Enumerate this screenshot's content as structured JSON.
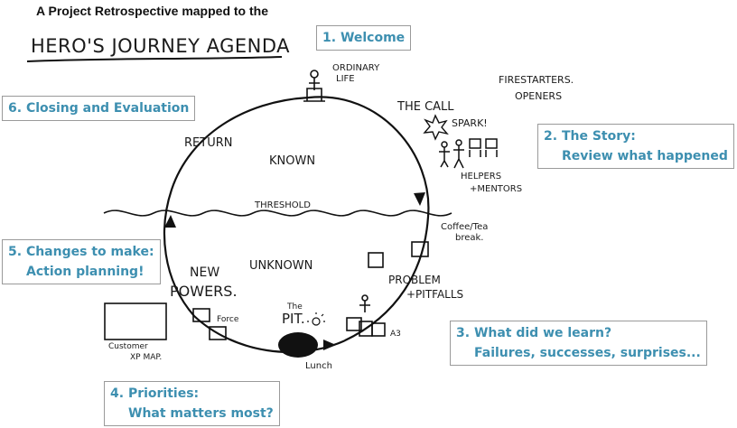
{
  "header": {
    "subtitle": "A Project Retrospective mapped to the",
    "title": "HERO'S JOURNEY AGENDA"
  },
  "agenda": [
    {
      "number": "1.",
      "title": "Welcome",
      "detail": ""
    },
    {
      "number": "2.",
      "title": "The Story:",
      "detail": "Review what happened"
    },
    {
      "number": "3.",
      "title": "What did we learn?",
      "detail": "Failures, successes, surprises..."
    },
    {
      "number": "4.",
      "title": "Priorities:",
      "detail": "What matters most?"
    },
    {
      "number": "5.",
      "title": "Changes to make:",
      "detail": "Action planning!"
    },
    {
      "number": "6.",
      "title": "Closing and Evaluation",
      "detail": ""
    }
  ],
  "sketch": {
    "ordinary_life": [
      "ORDINARY",
      "LIFE"
    ],
    "firestarters": [
      "FIRESTARTERS.",
      "OPENERS"
    ],
    "the_call": "THE CALL",
    "spark": "SPARK!",
    "helpers": [
      "HELPERS",
      "+MENTORS"
    ],
    "return": "RETURN",
    "known": "KNOWN",
    "threshold": "THRESHOLD",
    "coffee": [
      "Coffee/Tea",
      "break."
    ],
    "unknown": "UNKNOWN",
    "new_powers": [
      "NEW",
      "POWERS."
    ],
    "problem": [
      "PROBLEM",
      "+PITFALLS"
    ],
    "the": "The",
    "pit": "PIT.",
    "force": "Force",
    "a3": "A3",
    "customer": [
      "Customer",
      "XP MAP."
    ],
    "lunch": "Lunch"
  }
}
